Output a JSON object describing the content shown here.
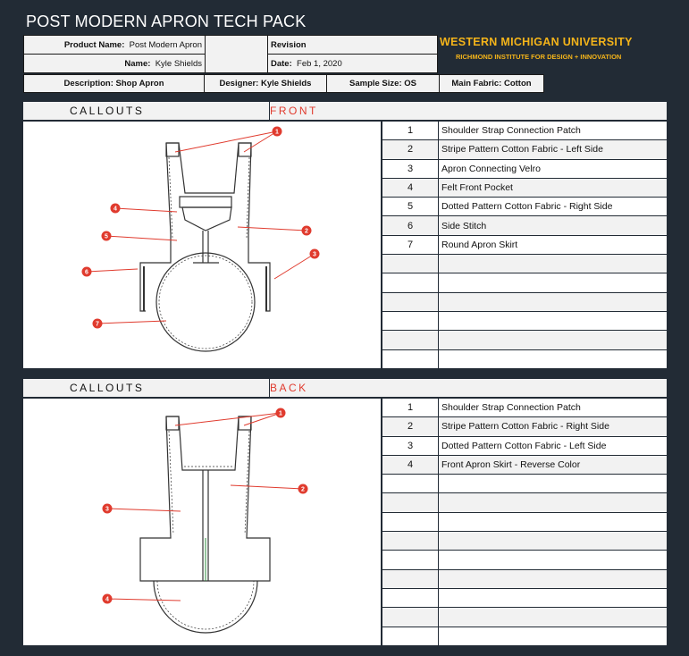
{
  "title": "POST MODERN APRON TECH PACK",
  "info": {
    "product_name_label": "Product Name:",
    "product_name_value": "Post Modern Apron",
    "name_label": "Name:",
    "name_value": "Kyle Shields",
    "revision_label": "Revision",
    "date_label": "Date:",
    "date_value": "Feb 1, 2020",
    "description": "Description: Shop Apron",
    "designer": "Designer: Kyle Shields",
    "sample_size": "Sample Size: OS",
    "main_fabric": "Main Fabric: Cotton"
  },
  "university": {
    "name": "WESTERN MICHIGAN UNIVERSITY",
    "institute": "RICHMOND INSTITUTE FOR DESIGN + INNOVATION"
  },
  "front": {
    "callouts_label": "CALLOUTS",
    "view_label": "FRONT",
    "items": [
      {
        "num": "1",
        "desc": "Shoulder Strap Connection Patch"
      },
      {
        "num": "2",
        "desc": "Stripe Pattern Cotton Fabric - Left Side"
      },
      {
        "num": "3",
        "desc": "Apron Connecting Velro"
      },
      {
        "num": "4",
        "desc": "Felt Front Pocket"
      },
      {
        "num": "5",
        "desc": "Dotted Pattern Cotton Fabric - Right Side"
      },
      {
        "num": "6",
        "desc": "Side Stitch"
      },
      {
        "num": "7",
        "desc": "Round Apron Skirt"
      },
      {
        "num": "",
        "desc": ""
      },
      {
        "num": "",
        "desc": ""
      },
      {
        "num": "",
        "desc": ""
      },
      {
        "num": "",
        "desc": ""
      },
      {
        "num": "",
        "desc": ""
      },
      {
        "num": "",
        "desc": ""
      }
    ],
    "markers": [
      "1",
      "2",
      "3",
      "4",
      "5",
      "6",
      "7"
    ]
  },
  "back": {
    "callouts_label": "CALLOUTS",
    "view_label": "BACK",
    "items": [
      {
        "num": "1",
        "desc": "Shoulder Strap Connection Patch"
      },
      {
        "num": "2",
        "desc": "Stripe Pattern Cotton Fabric -  Right Side"
      },
      {
        "num": "3",
        "desc": "Dotted Pattern Cotton Fabric - Left Side"
      },
      {
        "num": "4",
        "desc": "Front Apron Skirt - Reverse Color"
      },
      {
        "num": "",
        "desc": ""
      },
      {
        "num": "",
        "desc": ""
      },
      {
        "num": "",
        "desc": ""
      },
      {
        "num": "",
        "desc": ""
      },
      {
        "num": "",
        "desc": ""
      },
      {
        "num": "",
        "desc": ""
      },
      {
        "num": "",
        "desc": ""
      },
      {
        "num": "",
        "desc": ""
      },
      {
        "num": "",
        "desc": ""
      }
    ],
    "markers": [
      "1",
      "2",
      "3",
      "4"
    ]
  },
  "colors": {
    "background": "#222b35",
    "accent_red": "#e03b2e",
    "university_gold": "#f4b41a"
  }
}
